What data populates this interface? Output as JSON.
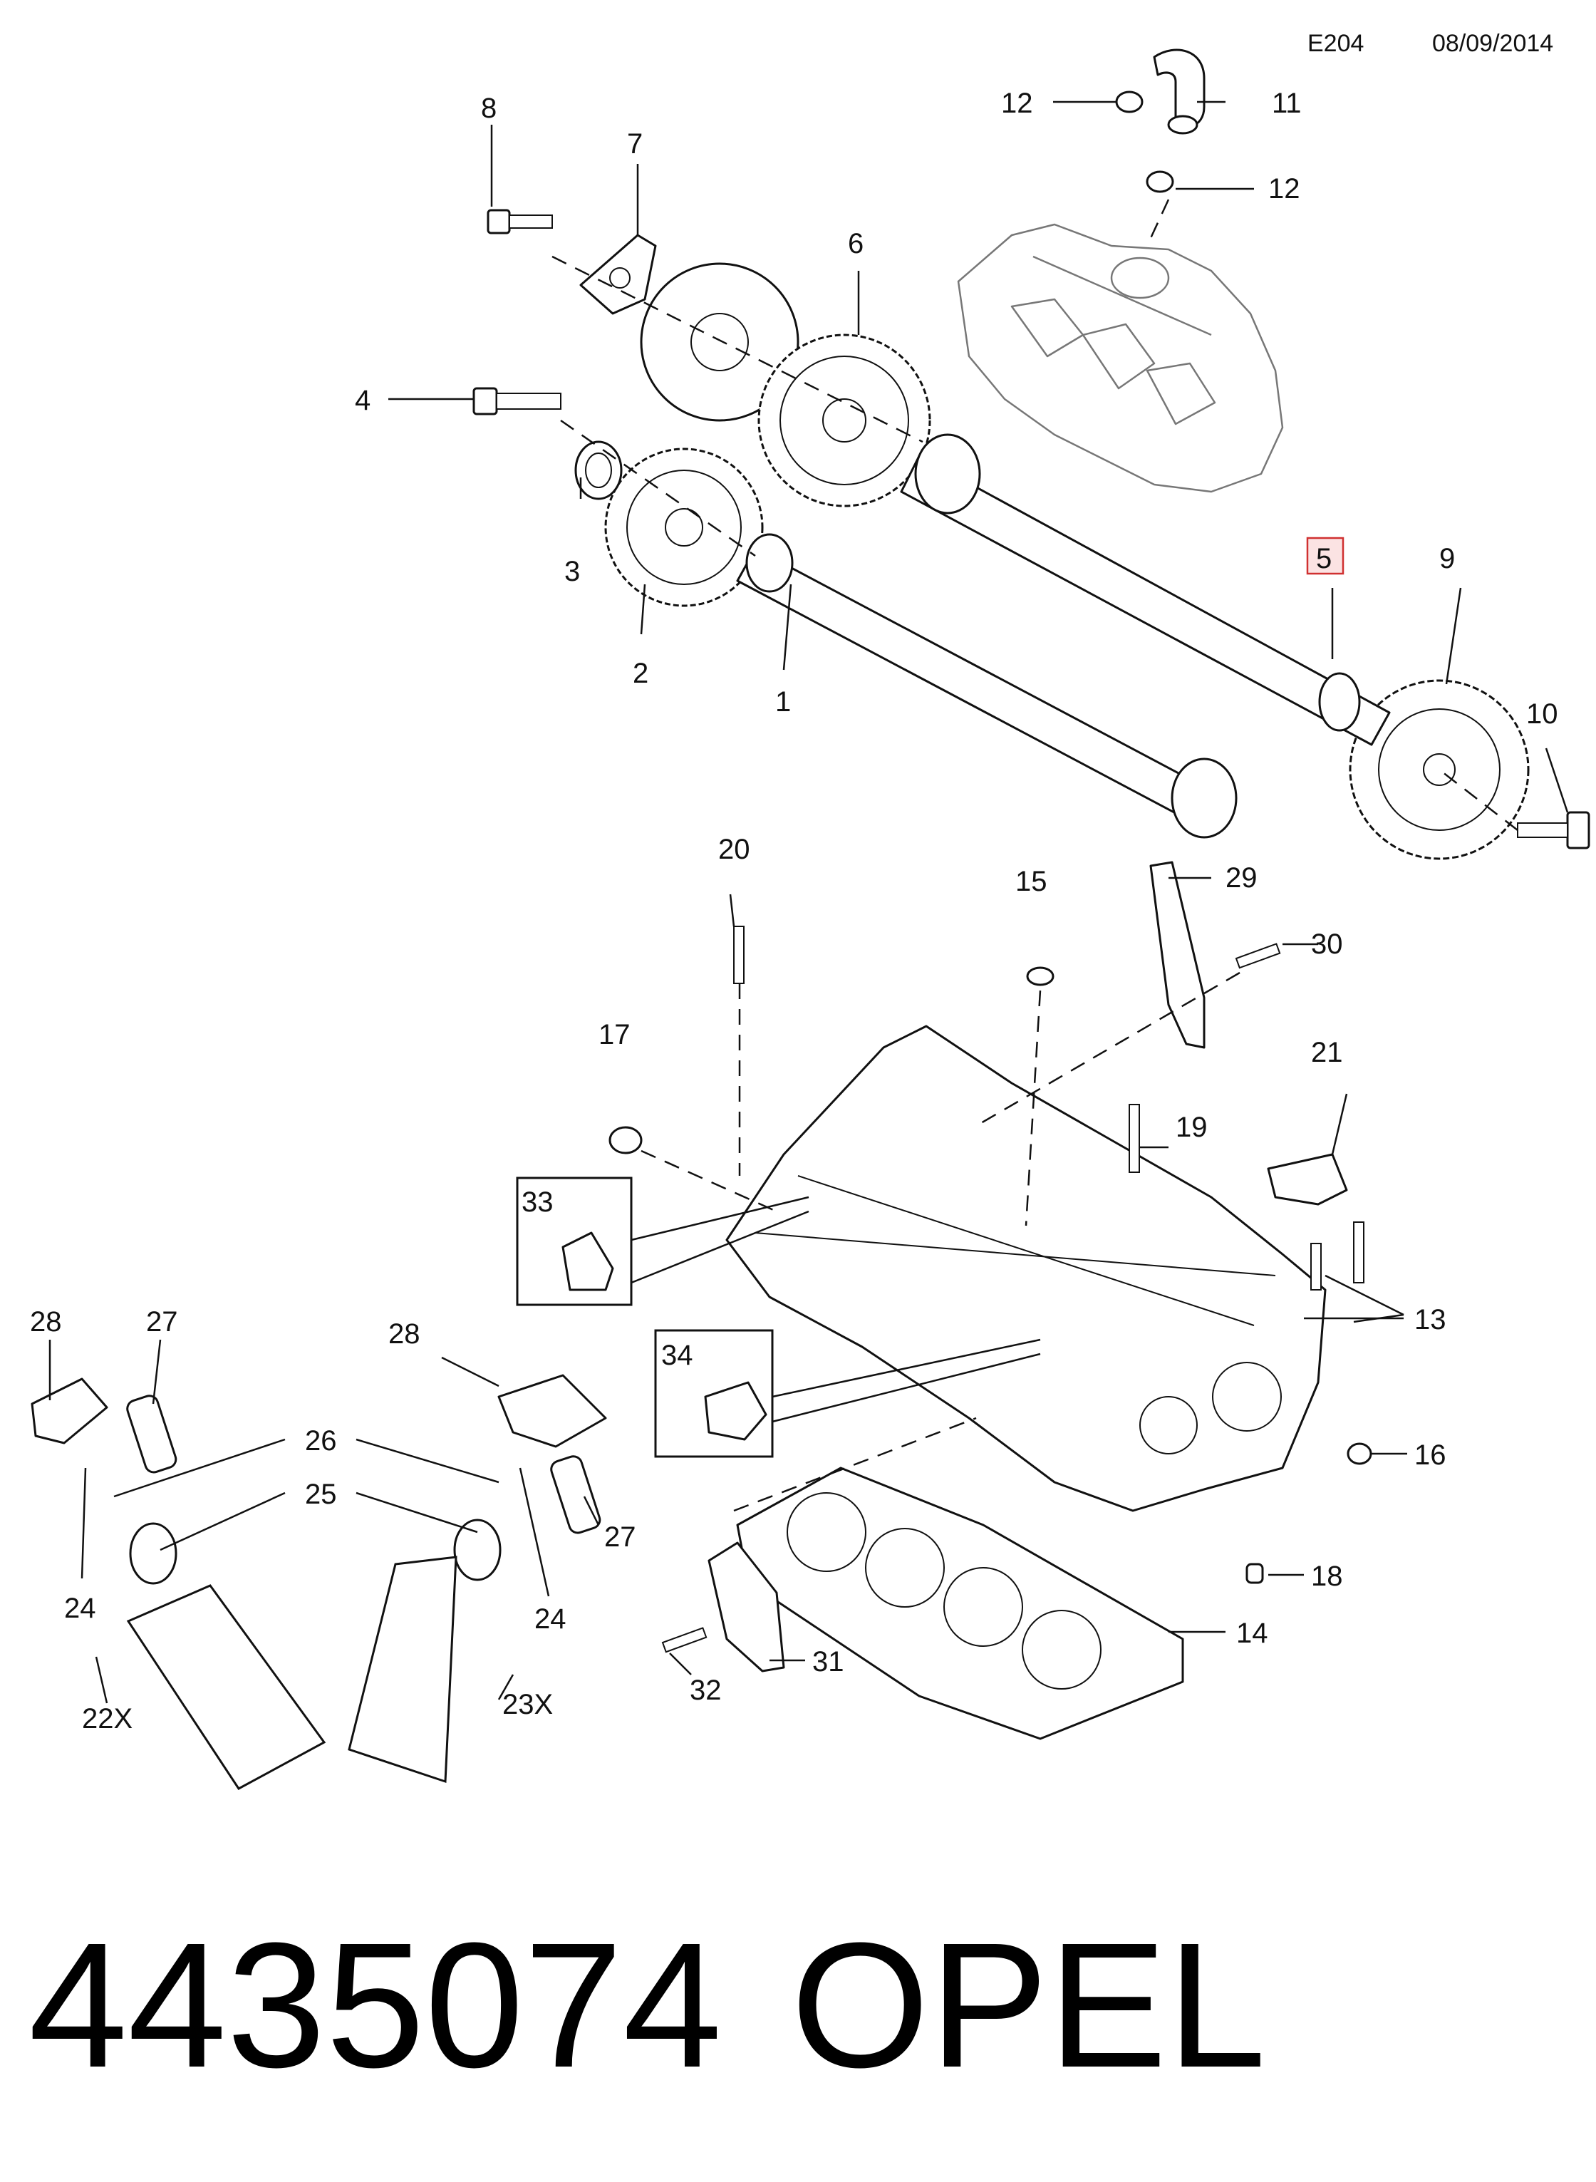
{
  "header": {
    "code": "E204",
    "date": "08/09/2014"
  },
  "footer": {
    "part_number": "4435074",
    "brand": "OPEL"
  },
  "callouts": {
    "c1": "1",
    "c2": "2",
    "c3": "3",
    "c4": "4",
    "c5": "5",
    "c6": "6",
    "c7": "7",
    "c8": "8",
    "c9": "9",
    "c10": "10",
    "c11": "11",
    "c12a": "12",
    "c12b": "12",
    "c13": "13",
    "c14": "14",
    "c15": "15",
    "c16": "16",
    "c17": "17",
    "c18": "18",
    "c19": "19",
    "c20": "20",
    "c21": "21",
    "c22x": "22X",
    "c23x": "23X",
    "c24a": "24",
    "c24b": "24",
    "c25": "25",
    "c26": "26",
    "c27a": "27",
    "c27b": "27",
    "c28a": "28",
    "c28b": "28",
    "c29": "29",
    "c30": "30",
    "c31": "31",
    "c32": "32",
    "c33": "33",
    "c34": "34"
  },
  "highlighted_callout": "5",
  "colors": {
    "line": "#111111",
    "highlight_border": "#d03030",
    "highlight_fill": "#fbe3e3"
  }
}
